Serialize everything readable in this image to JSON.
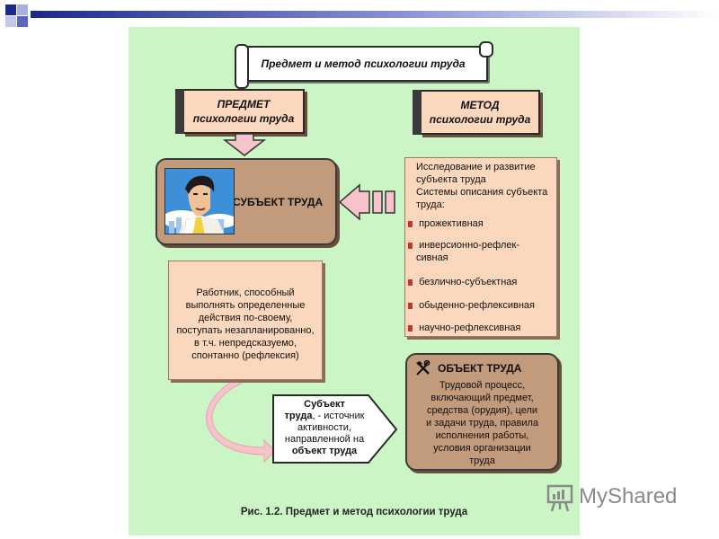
{
  "slide": {
    "title": "Предмет и метод психологии труда",
    "subject_header": {
      "line1": "ПРЕДМЕТ",
      "line2": "психологии труда"
    },
    "method_header": {
      "line1": "МЕТОД",
      "line2": "психологии труда"
    },
    "subject_box_label": "СУБЪЕКТ ТРУДА",
    "method_text": {
      "line1": "Исследование и развитие",
      "line2": "субъекта труда",
      "line3": "Системы описания субъекта",
      "line4": "труда:"
    },
    "method_items": [
      {
        "lines": [
          "прожективная"
        ]
      },
      {
        "lines": [
          "инверсионно-рефлек-",
          "сивная"
        ]
      },
      {
        "lines": [
          "безлично-субъектная"
        ]
      },
      {
        "lines": [
          "обыденно-рефлексивная"
        ]
      },
      {
        "lines": [
          "научно-рефлексивная"
        ]
      }
    ],
    "worker_text": [
      "Работник, способный",
      "выполнять определенные",
      "действия по-своему,",
      "поступать незапланированно,",
      "в т.ч. непредсказуемо,",
      "спонтанно (рефлексия)"
    ],
    "arrow_box": {
      "line1_bold": "Субъект",
      "line2_bold": "труда",
      "line2_rest": ", - источник",
      "line3": "активности,",
      "line4": "направленной на",
      "line5_bold": "объект труда"
    },
    "object_box": {
      "title": "ОБЪЕКТ ТРУДА",
      "lines": [
        "Трудовой процесс,",
        "включающий предмет,",
        "средства (орудия), цели",
        "и задачи труда, правила",
        "исполнения работы,",
        "условия организации",
        "труда"
      ]
    },
    "caption": "Рис. 1.2. Предмет и метод психологии труда"
  },
  "watermark": {
    "text": "MyShared"
  },
  "icons": {
    "portrait": "businessman-portrait-icon",
    "tools": "hammer-wrench-icon",
    "bullet": "square-bullet-icon",
    "logo": "presentation-board-icon"
  },
  "colors": {
    "panel_bg": "#ccf5c6",
    "note_bg": "#fbd7bd",
    "box_brown": "#c29a7c",
    "arrow_pink": "#f7c2c9",
    "topbar_dark": "#1b2a8a"
  }
}
